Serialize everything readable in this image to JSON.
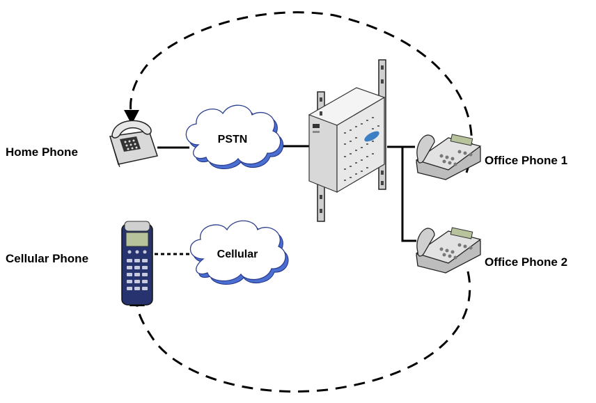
{
  "diagram": {
    "labels": {
      "home_phone": "Home Phone",
      "cellular_phone": "Cellular Phone",
      "office_phone_1": "Office Phone 1",
      "office_phone_2": "Office Phone 2"
    },
    "clouds": {
      "pstn": "PSTN",
      "cellular": "Cellular"
    },
    "colors": {
      "line": "#000000",
      "cloud_shadow": "#4a6fd0",
      "cloud_fill": "#ffffff",
      "server_body": "#e4e4e4",
      "cell_phone_body": "#26336e",
      "cell_phone_screen": "#b7c39a",
      "desk_phone_body": "#cfcfcf"
    },
    "icons": [
      "home-phone-icon",
      "cellular-phone-icon",
      "pbx-server-icon",
      "office-phone-icon",
      "cloud-icon"
    ]
  }
}
